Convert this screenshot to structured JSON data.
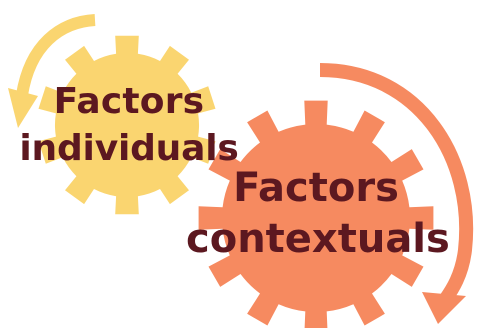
{
  "diagram": {
    "gear_individual": {
      "label_line1": "Factors",
      "label_line2": "individuals",
      "color": "#fad570",
      "arrow_color": "#fad570"
    },
    "gear_contextual": {
      "label_line1": "Factors",
      "label_line2": "contextuals",
      "color": "#f68a60",
      "arrow_color": "#f68a60"
    },
    "text_color": "#5c1820"
  }
}
